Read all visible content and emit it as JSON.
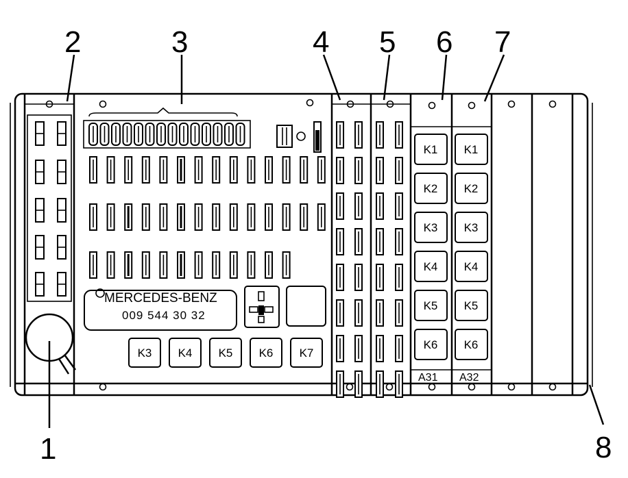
{
  "callouts": [
    "1",
    "2",
    "3",
    "4",
    "5",
    "6",
    "7",
    "8"
  ],
  "brand_label": "MERCEDES-BENZ",
  "part_number": "009 544 30 32",
  "relay_labels_main": [
    "K3",
    "K4",
    "K5",
    "K6",
    "K7"
  ],
  "column_a31": {
    "label": "A31",
    "relays": [
      "K1",
      "K2",
      "K3",
      "K4",
      "K5",
      "K6"
    ]
  },
  "column_a32": {
    "label": "A32",
    "relays": [
      "K1",
      "K2",
      "K3",
      "K4",
      "K5",
      "K6"
    ]
  }
}
